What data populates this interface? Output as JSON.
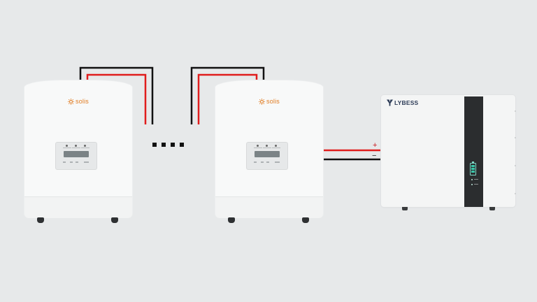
{
  "inverters": [
    {
      "brand": "solis"
    },
    {
      "brand": "solis"
    }
  ],
  "battery": {
    "brand": "LYBESS"
  },
  "polarity": {
    "positive": "+",
    "negative": "−"
  },
  "colors": {
    "positive_wire": "#e01d1d",
    "negative_wire": "#111111",
    "brand_orange": "#e07a1f",
    "battery_accent": "#38c5a8",
    "battery_logo": "#2d3c57",
    "background": "#e7e9ea"
  }
}
